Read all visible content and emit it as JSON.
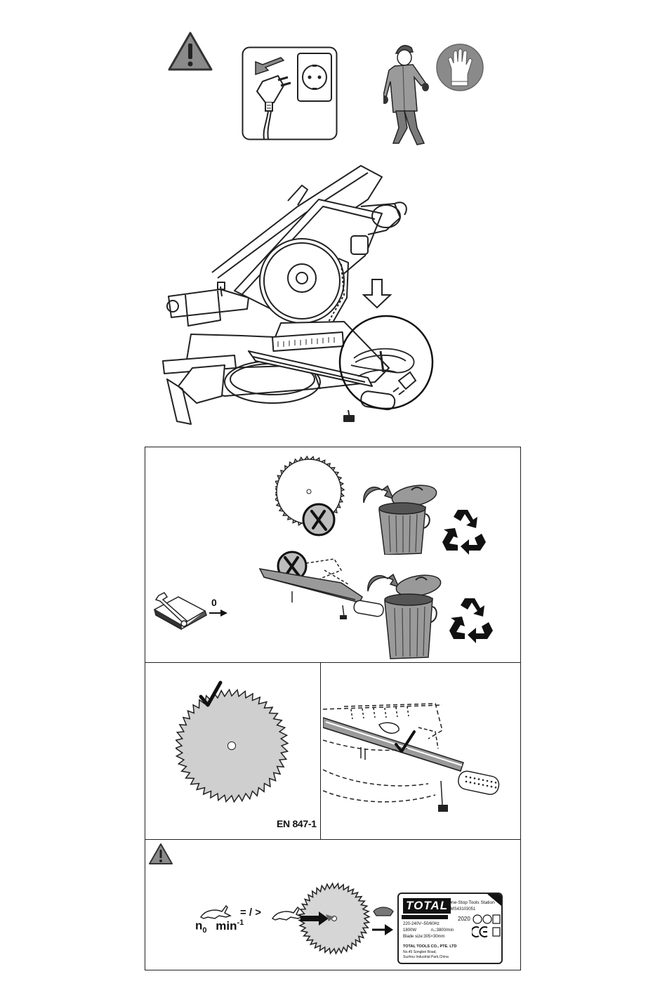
{
  "standard_label": "EN 847-1",
  "speed": {
    "n_symbol": "n",
    "n_subscript": "0",
    "unit": "min",
    "unit_exponent": "-1",
    "comparison": "= / >"
  },
  "manual_arrow_label": "0",
  "rating_plate": {
    "brand": "TOTAL",
    "model_title": "One-Stop Tools Station",
    "model_code": "TMS43103051",
    "year": "2020",
    "voltage": "220-240V~50/60Hz",
    "power": "1800W",
    "speed": "n₀:3800/min",
    "blade": "Blade size:305×30mm",
    "company": "TOTAL TOOLS CO., PTE. LTD",
    "addr1": "No.45 Songbei Road,",
    "addr2": "Suzhou Industrial Park,China"
  },
  "icons": {
    "warning": "warning-triangle-icon",
    "unplug": "unplug-icon",
    "gloves": "gloves-icon",
    "recycle": "recycle-icon",
    "trash": "trash-can-icon",
    "manual": "manual-wrench-icon"
  },
  "colors": {
    "line": "#1a1a1a",
    "grey_fill": "#8a8a8a",
    "light_grey": "#bdbdbd"
  }
}
